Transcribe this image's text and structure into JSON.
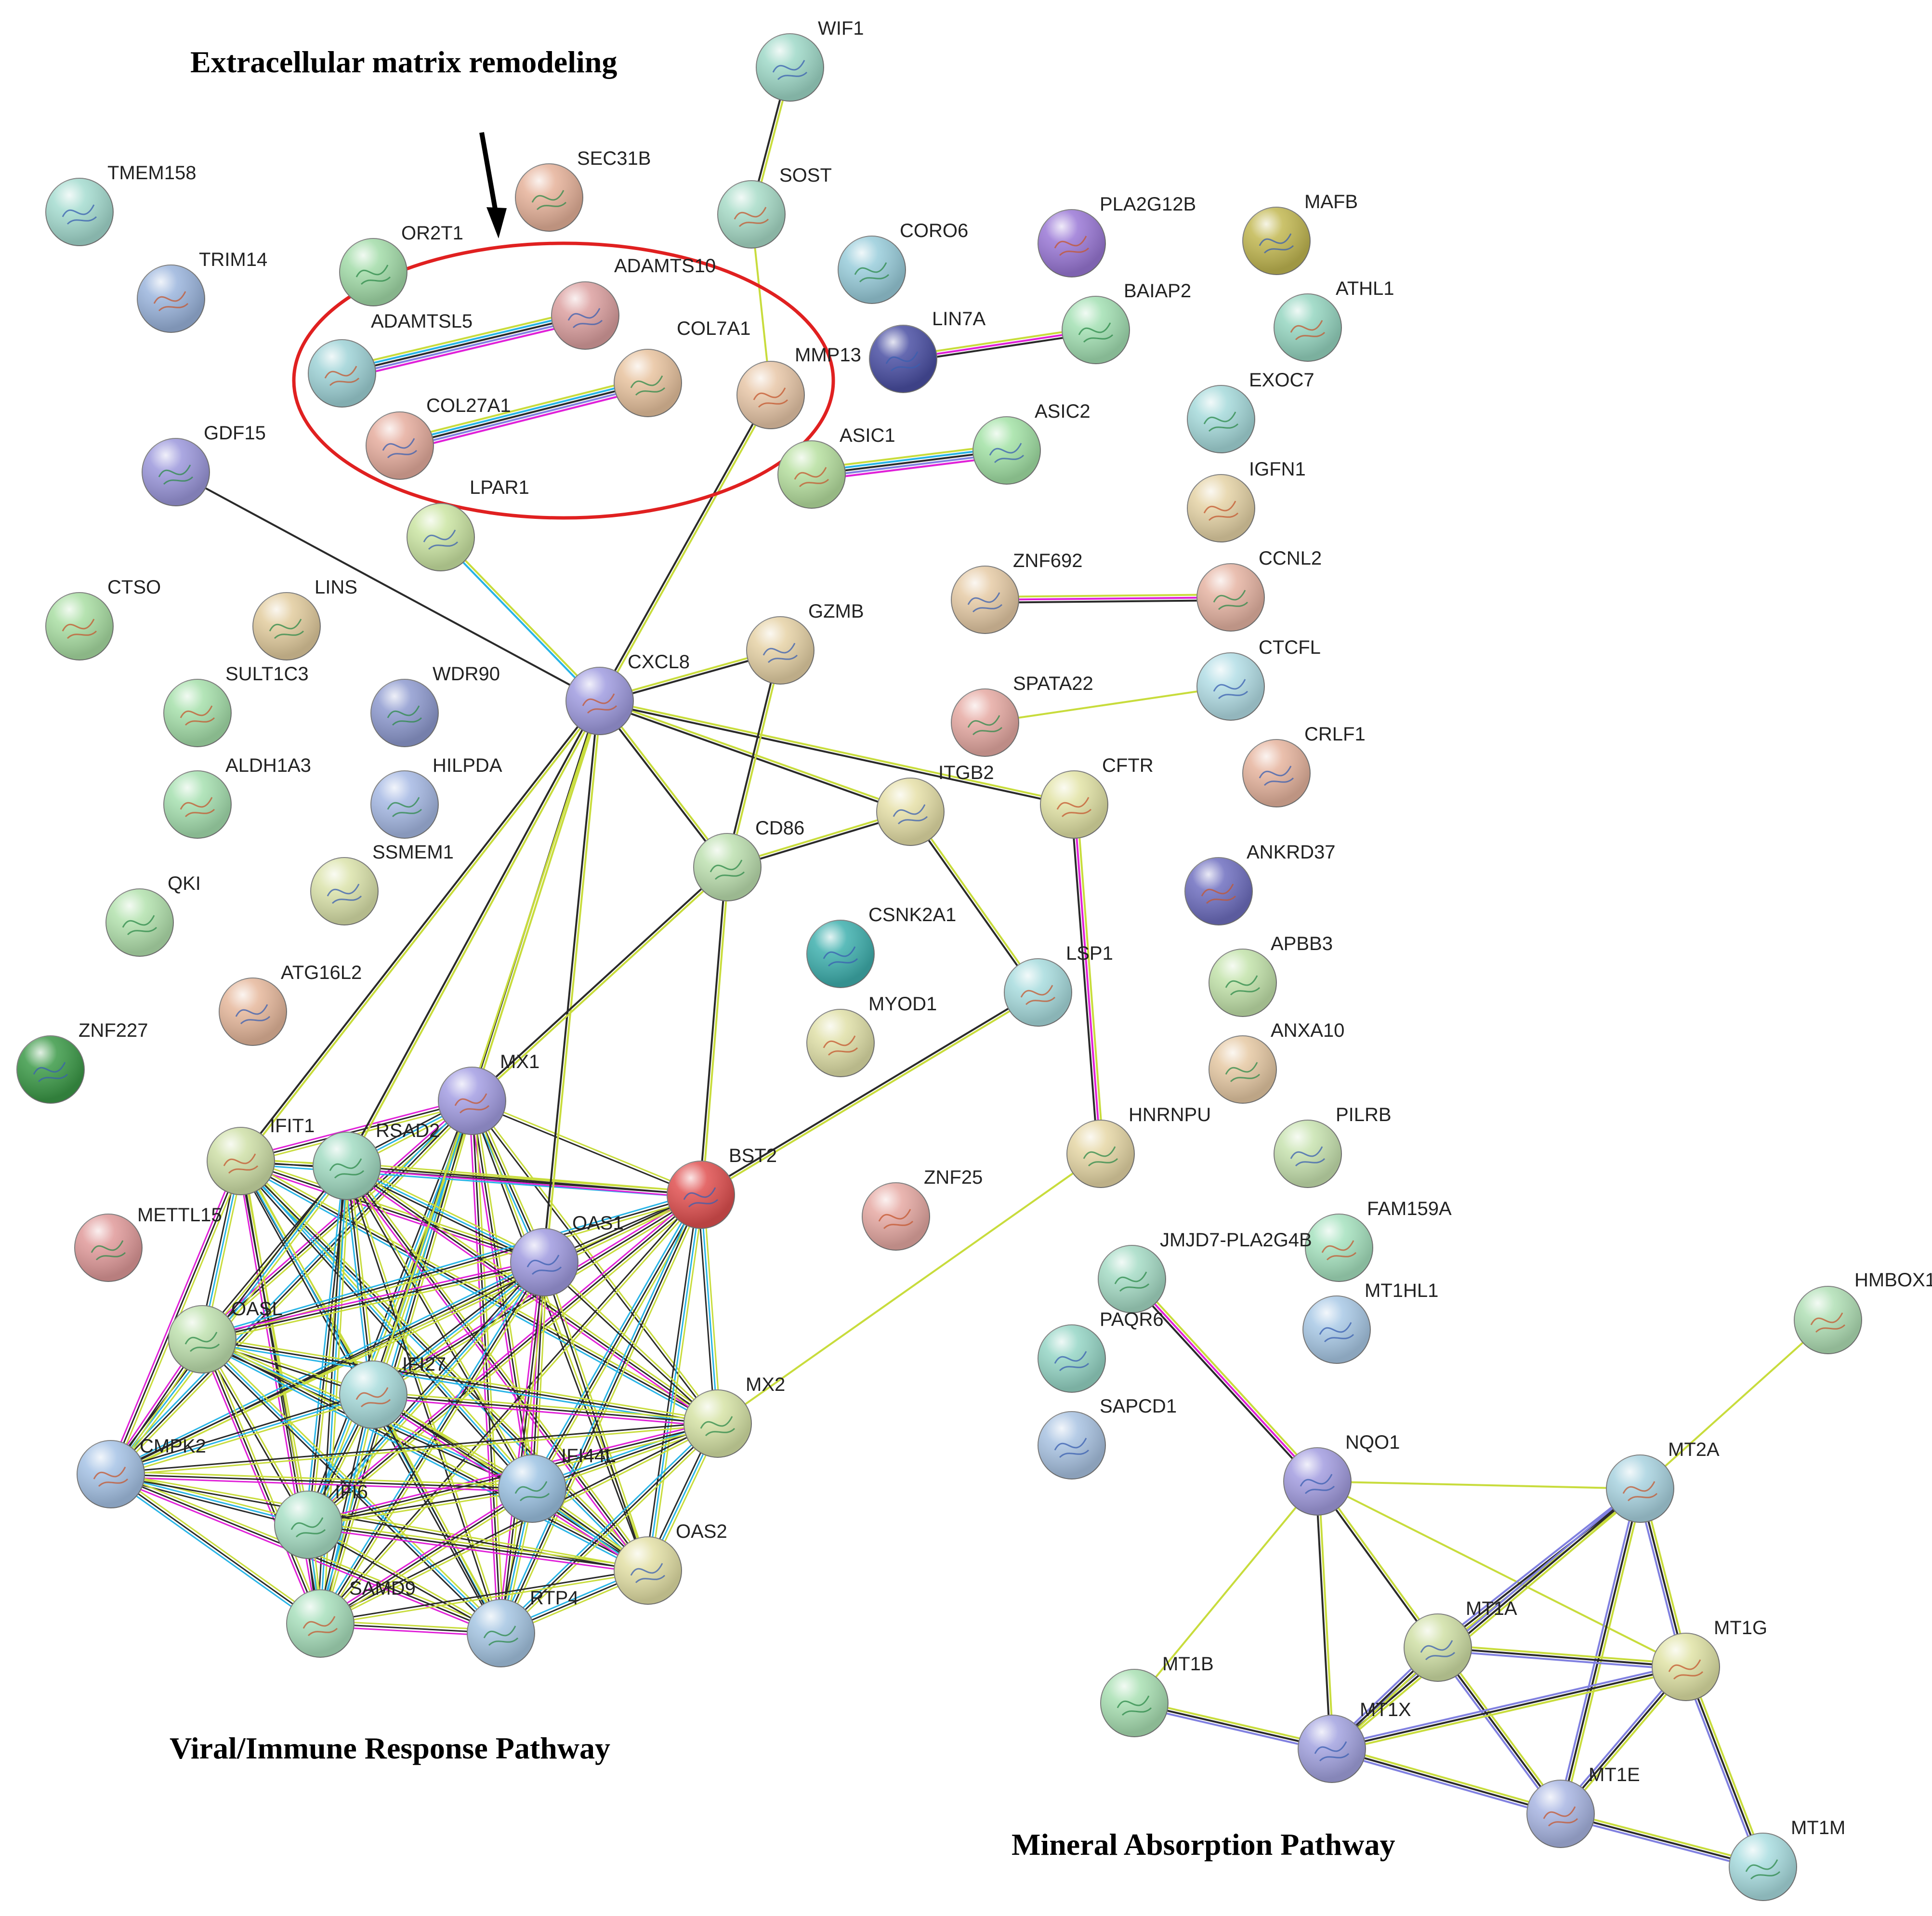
{
  "annotations": {
    "ecm": "Extracellular matrix remodeling",
    "viral": "Viral/Immune Response Pathway",
    "mineral": "Mineral Absorption Pathway"
  },
  "nodes": [
    {
      "id": "WIF1",
      "label": "WIF1",
      "color": "#9fd9c8"
    },
    {
      "id": "SOST",
      "label": "SOST",
      "color": "#a8dcc8"
    },
    {
      "id": "SEC31B",
      "label": "SEC31B",
      "color": "#e6b29a"
    },
    {
      "id": "TMEM158",
      "label": "TMEM158",
      "color": "#a5dcd0"
    },
    {
      "id": "TRIM14",
      "label": "TRIM14",
      "color": "#9bb5dd"
    },
    {
      "id": "OR2T1",
      "label": "OR2T1",
      "color": "#a3dca9"
    },
    {
      "id": "ADAMTS10",
      "label": "ADAMTS10",
      "color": "#dca0a0"
    },
    {
      "id": "ADAMTSL5",
      "label": "ADAMTSL5",
      "color": "#9fd3d7"
    },
    {
      "id": "COL7A1",
      "label": "COL7A1",
      "color": "#e8c39f"
    },
    {
      "id": "COL27A1",
      "label": "COL27A1",
      "color": "#e6ad9e"
    },
    {
      "id": "MMP13",
      "label": "MMP13",
      "color": "#e8c7a8"
    },
    {
      "id": "CORO6",
      "label": "CORO6",
      "color": "#99cddb"
    },
    {
      "id": "LIN7A",
      "label": "LIN7A",
      "color": "#4a4fa3"
    },
    {
      "id": "PLA2G12B",
      "label": "PLA2G12B",
      "color": "#9a78d6"
    },
    {
      "id": "BAIAP2",
      "label": "BAIAP2",
      "color": "#a3e0b3"
    },
    {
      "id": "MAFB",
      "label": "MAFB",
      "color": "#c2b852"
    },
    {
      "id": "ATHL1",
      "label": "ATHL1",
      "color": "#96d6c1"
    },
    {
      "id": "EXOC7",
      "label": "EXOC7",
      "color": "#a6dadb"
    },
    {
      "id": "ASIC2",
      "label": "ASIC2",
      "color": "#a3e2a6"
    },
    {
      "id": "ASIC1",
      "label": "ASIC1",
      "color": "#b7e0a0"
    },
    {
      "id": "GDF15",
      "label": "GDF15",
      "color": "#9c98dc"
    },
    {
      "id": "LPAR1",
      "label": "LPAR1",
      "color": "#cbe5a3"
    },
    {
      "id": "IGFN1",
      "label": "IGFN1",
      "color": "#e5d3a6"
    },
    {
      "id": "CCNL2",
      "label": "CCNL2",
      "color": "#e6b4a3"
    },
    {
      "id": "ZNF692",
      "label": "ZNF692",
      "color": "#e6cba6"
    },
    {
      "id": "CTSO",
      "label": "CTSO",
      "color": "#a9dea3"
    },
    {
      "id": "LINS",
      "label": "LINS",
      "color": "#e2cc9e"
    },
    {
      "id": "GZMB",
      "label": "GZMB",
      "color": "#e6d2a6"
    },
    {
      "id": "CXCL8",
      "label": "CXCL8",
      "color": "#a09ce0"
    },
    {
      "id": "SPATA22",
      "label": "SPATA22",
      "color": "#e6aaa3"
    },
    {
      "id": "CTCFL",
      "label": "CTCFL",
      "color": "#b3dee6"
    },
    {
      "id": "SULT1C3",
      "label": "SULT1C3",
      "color": "#a6e0ab"
    },
    {
      "id": "WDR90",
      "label": "WDR90",
      "color": "#8f9bd0"
    },
    {
      "id": "CRLF1",
      "label": "CRLF1",
      "color": "#e6b49e"
    },
    {
      "id": "ALDH1A3",
      "label": "ALDH1A3",
      "color": "#a6e0b0"
    },
    {
      "id": "HILPDA",
      "label": "HILPDA",
      "color": "#a6b9e4"
    },
    {
      "id": "ITGB2",
      "label": "ITGB2",
      "color": "#e6e0a8"
    },
    {
      "id": "CFTR",
      "label": "CFTR",
      "color": "#e2e3a6"
    },
    {
      "id": "CD86",
      "label": "CD86",
      "color": "#bde0b0"
    },
    {
      "id": "SSMEM1",
      "label": "SSMEM1",
      "color": "#dbe3ab"
    },
    {
      "id": "ANKRD37",
      "label": "ANKRD37",
      "color": "#6f6fc0"
    },
    {
      "id": "QKI",
      "label": "QKI",
      "color": "#b3e2ae"
    },
    {
      "id": "CSNK2A1",
      "label": "CSNK2A1",
      "color": "#3fb0ae"
    },
    {
      "id": "LSP1",
      "label": "LSP1",
      "color": "#a8dcde"
    },
    {
      "id": "APBB3",
      "label": "APBB3",
      "color": "#c3e3ab"
    },
    {
      "id": "ATG16L2",
      "label": "ATG16L2",
      "color": "#e6b89c"
    },
    {
      "id": "MYOD1",
      "label": "MYOD1",
      "color": "#e0e0a8"
    },
    {
      "id": "ANXA10",
      "label": "ANXA10",
      "color": "#e6c9a4"
    },
    {
      "id": "ZNF227",
      "label": "ZNF227",
      "color": "#3c9a48"
    },
    {
      "id": "MX1",
      "label": "MX1",
      "color": "#a49ee3"
    },
    {
      "id": "HNRNPU",
      "label": "HNRNPU",
      "color": "#e6d7a6"
    },
    {
      "id": "PILRB",
      "label": "PILRB",
      "color": "#c8e3b0"
    },
    {
      "id": "IFIT1",
      "label": "IFIT1",
      "color": "#cfe0a8"
    },
    {
      "id": "RSAD2",
      "label": "RSAD2",
      "color": "#a3dcc3"
    },
    {
      "id": "BST2",
      "label": "BST2",
      "color": "#e05050"
    },
    {
      "id": "ZNF25",
      "label": "ZNF25",
      "color": "#e6a9a3"
    },
    {
      "id": "METTL15",
      "label": "METTL15",
      "color": "#e09a9a"
    },
    {
      "id": "OAS1",
      "label": "OAS1",
      "color": "#a09be0"
    },
    {
      "id": "FAM159A",
      "label": "FAM159A",
      "color": "#a6e2bf"
    },
    {
      "id": "JMJD7-PLA2G4B",
      "label": "JMJD7-PLA2G4B",
      "color": "#a6dcc6"
    },
    {
      "id": "MT1HL1",
      "label": "MT1HL1",
      "color": "#a9c9e6"
    },
    {
      "id": "HMBOX1",
      "label": "HMBOX1",
      "color": "#b1e0b6"
    },
    {
      "id": "OASL",
      "label": "OASL",
      "color": "#c0e2b0"
    },
    {
      "id": "PAQR6",
      "label": "PAQR6",
      "color": "#96d6c6"
    },
    {
      "id": "IFI27",
      "label": "IFI27",
      "color": "#a9dcdc"
    },
    {
      "id": "MX2",
      "label": "MX2",
      "color": "#d6e3a6"
    },
    {
      "id": "SAPCD1",
      "label": "SAPCD1",
      "color": "#a9c3e2"
    },
    {
      "id": "CMPK2",
      "label": "CMPK2",
      "color": "#a6c3e6"
    },
    {
      "id": "IFI44L",
      "label": "IFI44L",
      "color": "#9dc3e3"
    },
    {
      "id": "NQO1",
      "label": "NQO1",
      "color": "#a39de0"
    },
    {
      "id": "MT2A",
      "label": "MT2A",
      "color": "#a9d3e0"
    },
    {
      "id": "IFI6",
      "label": "IFI6",
      "color": "#a9e0c6"
    },
    {
      "id": "OAS2",
      "label": "OAS2",
      "color": "#e3e0a6"
    },
    {
      "id": "SAMD9",
      "label": "SAMD9",
      "color": "#a9e0bd"
    },
    {
      "id": "RTP4",
      "label": "RTP4",
      "color": "#a6c6e3"
    },
    {
      "id": "MT1A",
      "label": "MT1A",
      "color": "#d0e0a6"
    },
    {
      "id": "MT1G",
      "label": "MT1G",
      "color": "#e0e3a6"
    },
    {
      "id": "MT1B",
      "label": "MT1B",
      "color": "#a9e0b3"
    },
    {
      "id": "MT1X",
      "label": "MT1X",
      "color": "#a3a3e0"
    },
    {
      "id": "MT1E",
      "label": "MT1E",
      "color": "#a9b6e3"
    },
    {
      "id": "MT1M",
      "label": "MT1M",
      "color": "#a9dde0"
    }
  ],
  "edges": [
    {
      "s": "WIF1",
      "t": "SOST",
      "type": "pair"
    },
    {
      "s": "SOST",
      "t": "MMP13",
      "type": "single"
    },
    {
      "s": "ADAMTSL5",
      "t": "ADAMTS10",
      "type": "multi"
    },
    {
      "s": "COL27A1",
      "t": "COL7A1",
      "type": "multi"
    },
    {
      "s": "LIN7A",
      "t": "BAIAP2",
      "type": "pink"
    },
    {
      "s": "ASIC1",
      "t": "ASIC2",
      "type": "multi"
    },
    {
      "s": "ZNF692",
      "t": "CCNL2",
      "type": "pink"
    },
    {
      "s": "SPATA22",
      "t": "CTCFL",
      "type": "single"
    },
    {
      "s": "GDF15",
      "t": "CXCL8",
      "type": "dark"
    },
    {
      "s": "LPAR1",
      "t": "CXCL8",
      "type": "cyan"
    },
    {
      "s": "MMP13",
      "t": "CXCL8",
      "type": "pair"
    },
    {
      "s": "CXCL8",
      "t": "GZMB",
      "type": "pair"
    },
    {
      "s": "CXCL8",
      "t": "CD86",
      "type": "pair"
    },
    {
      "s": "CXCL8",
      "t": "ITGB2",
      "type": "pair"
    },
    {
      "s": "CXCL8",
      "t": "CFTR",
      "type": "pair"
    },
    {
      "s": "CXCL8",
      "t": "MX1",
      "type": "pair"
    },
    {
      "s": "CXCL8",
      "t": "OAS1",
      "type": "pair"
    },
    {
      "s": "CXCL8",
      "t": "IFIT1",
      "type": "pair"
    },
    {
      "s": "CXCL8",
      "t": "RSAD2",
      "type": "pair"
    },
    {
      "s": "CXCL8",
      "t": "IFI27",
      "type": "single"
    },
    {
      "s": "GZMB",
      "t": "CD86",
      "type": "pair"
    },
    {
      "s": "CD86",
      "t": "ITGB2",
      "type": "pair"
    },
    {
      "s": "CD86",
      "t": "BST2",
      "type": "pair"
    },
    {
      "s": "CD86",
      "t": "MX1",
      "type": "pair"
    },
    {
      "s": "ITGB2",
      "t": "LSP1",
      "type": "pair"
    },
    {
      "s": "CFTR",
      "t": "HNRNPU",
      "type": "pink"
    },
    {
      "s": "LSP1",
      "t": "BST2",
      "type": "pair"
    },
    {
      "s": "HNRNPU",
      "t": "MX2",
      "type": "single"
    },
    {
      "s": "JMJD7-PLA2G4B",
      "t": "NQO1",
      "type": "pink"
    },
    {
      "s": "HMBOX1",
      "t": "MT2A",
      "type": "single"
    },
    {
      "s": "NQO1",
      "t": "MT2A",
      "type": "single"
    },
    {
      "s": "NQO1",
      "t": "MT1A",
      "type": "pair"
    },
    {
      "s": "NQO1",
      "t": "MT1G",
      "type": "single"
    },
    {
      "s": "NQO1",
      "t": "MT1B",
      "type": "single"
    },
    {
      "s": "NQO1",
      "t": "MT1X",
      "type": "pair"
    },
    {
      "s": "MT2A",
      "t": "MT1A",
      "type": "violet"
    },
    {
      "s": "MT2A",
      "t": "MT1G",
      "type": "violet"
    },
    {
      "s": "MT2A",
      "t": "MT1X",
      "type": "violet"
    },
    {
      "s": "MT2A",
      "t": "MT1E",
      "type": "violet"
    },
    {
      "s": "MT1A",
      "t": "MT1G",
      "type": "violet"
    },
    {
      "s": "MT1A",
      "t": "MT1X",
      "type": "violet"
    },
    {
      "s": "MT1A",
      "t": "MT1E",
      "type": "violet"
    },
    {
      "s": "MT1G",
      "t": "MT1X",
      "type": "violet"
    },
    {
      "s": "MT1G",
      "t": "MT1E",
      "type": "violet"
    },
    {
      "s": "MT1G",
      "t": "MT1M",
      "type": "violet"
    },
    {
      "s": "MT1B",
      "t": "MT1X",
      "type": "violet"
    },
    {
      "s": "MT1X",
      "t": "MT1E",
      "type": "violet"
    },
    {
      "s": "MT1E",
      "t": "MT1M",
      "type": "violet"
    }
  ],
  "cluster": [
    "MX1",
    "IFIT1",
    "RSAD2",
    "BST2",
    "OAS1",
    "OASL",
    "IFI27",
    "MX2",
    "CMPK2",
    "IFI44L",
    "IFI6",
    "OAS2",
    "SAMD9",
    "RTP4"
  ],
  "edge_colors": {
    "textmining": "#c8dc3c",
    "coexpression": "#2a2a2a",
    "database": "#28b4e6",
    "experiment": "#e020d8",
    "homology": "#8080e0",
    "cluster_fill": "#3c3c3c"
  },
  "ellipse_color": "#e02020"
}
